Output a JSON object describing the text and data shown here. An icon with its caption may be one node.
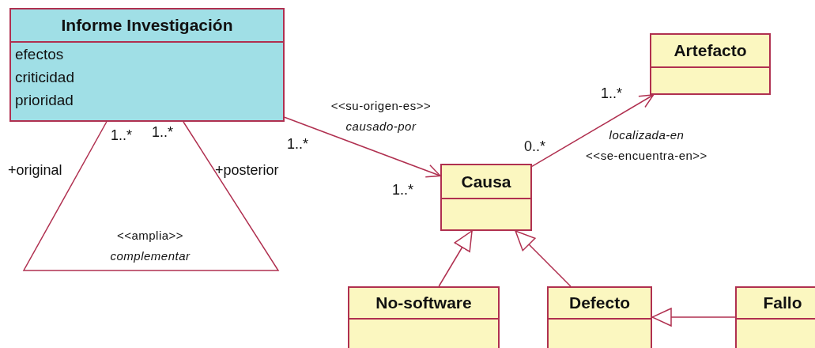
{
  "diagram": {
    "nodes": [
      {
        "text": [
          "Informe Investigación",
          "efectos",
          "criticidad",
          "prioridad"
        ]
      },
      {
        "text": [
          "Artefacto"
        ]
      },
      {
        "text": [
          "Causa"
        ]
      },
      {
        "text": [
          "No-software"
        ]
      },
      {
        "text": [
          "Defecto"
        ]
      },
      {
        "text": [
          "Fallo"
        ]
      }
    ],
    "edges": [
      {
        "from": 0,
        "to": 0,
        "arrow": "none",
        "label": "<<amplia>> *complementar*"
      },
      {
        "from": 0,
        "to": 2,
        "arrow": "to",
        "label": "<<su-origen-es>> *causado-por*"
      },
      {
        "from": 2,
        "to": 1,
        "arrow": "to",
        "label": "*localizada-en* <<se-encuentra-en>>"
      },
      {
        "from": 3,
        "to": 2,
        "arrow": "to"
      },
      {
        "from": 4,
        "to": 2,
        "arrow": "to"
      },
      {
        "from": 5,
        "to": 4,
        "arrow": "to"
      }
    ],
    "labels": [
      "1..*",
      "1..*",
      "+original",
      "1..*",
      "+posterior",
      "0..*",
      "1..*",
      "1..*"
    ]
  }
}
